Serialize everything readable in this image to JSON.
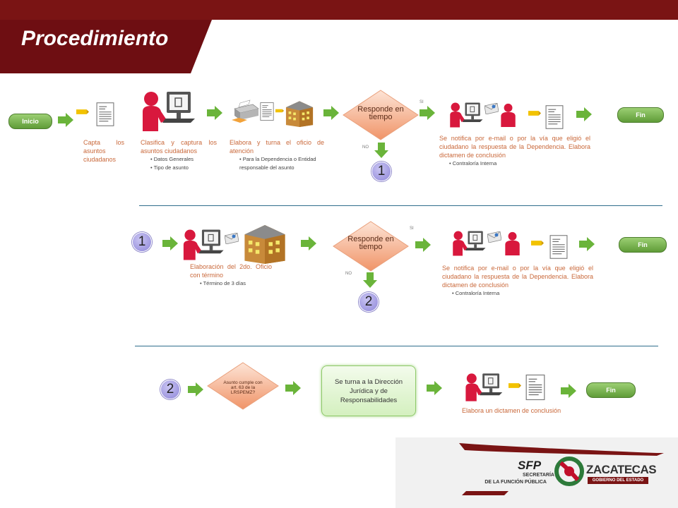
{
  "header": {
    "title": "Procedimiento"
  },
  "row1": {
    "start": "Inicio",
    "step1": "Capta los asuntos ciudadanos",
    "step2": {
      "text": "Clasifica y captura los asuntos ciudadanos",
      "bullets": [
        "Datos Generales",
        "Tipo de asunto"
      ]
    },
    "step3": {
      "text": "Elabora y turna el oficio de atención",
      "bullets": [
        "Para la Dependencia o Entidad responsable del asunto"
      ]
    },
    "decision": "Responde en tiempo",
    "yes": "SI",
    "no": "NO",
    "connector": "1",
    "notify": {
      "text": "Se notifica por e-mail o por la vía que eligió el ciudadano la respuesta de la Dependencia. Elabora dictamen de conclusión",
      "bullets": [
        "Contraloría Interna"
      ]
    },
    "end": "Fin"
  },
  "row2": {
    "connector_in": "1",
    "step": {
      "text": "Elaboración del 2do. Oficio con término",
      "bullets": [
        "Término de 3 días"
      ]
    },
    "decision": "Responde en tiempo",
    "yes": "SI",
    "no": "NO",
    "connector": "2",
    "notify": {
      "text": "Se notifica por e-mail o por la vía que eligió el ciudadano la respuesta de la Dependencia. Elabora dictamen de conclusión",
      "bullets": [
        "Contraloría Interna"
      ]
    },
    "end": "Fin"
  },
  "row3": {
    "connector_in": "2",
    "decision": "Asunto cumple con art. 63 de la LRSPEMZ?",
    "box": "Se turna a la Dirección Jurídica y de Responsabilidades",
    "step": "Elabora un dictamen de conclusión",
    "end": "Fin"
  },
  "footer": {
    "sfp": "SFP",
    "sfp_line1": "SECRETARÍA",
    "sfp_line2": "DE LA FUNCIÓN PÚBLICA",
    "zac": "ZACATECAS",
    "zac_sub": "GOBIERNO DEL ESTADO"
  },
  "colors": {
    "banner": "#6e0e12",
    "green": "#6ab43a",
    "diamond": "#f2a27a",
    "person": "#d8183d"
  }
}
